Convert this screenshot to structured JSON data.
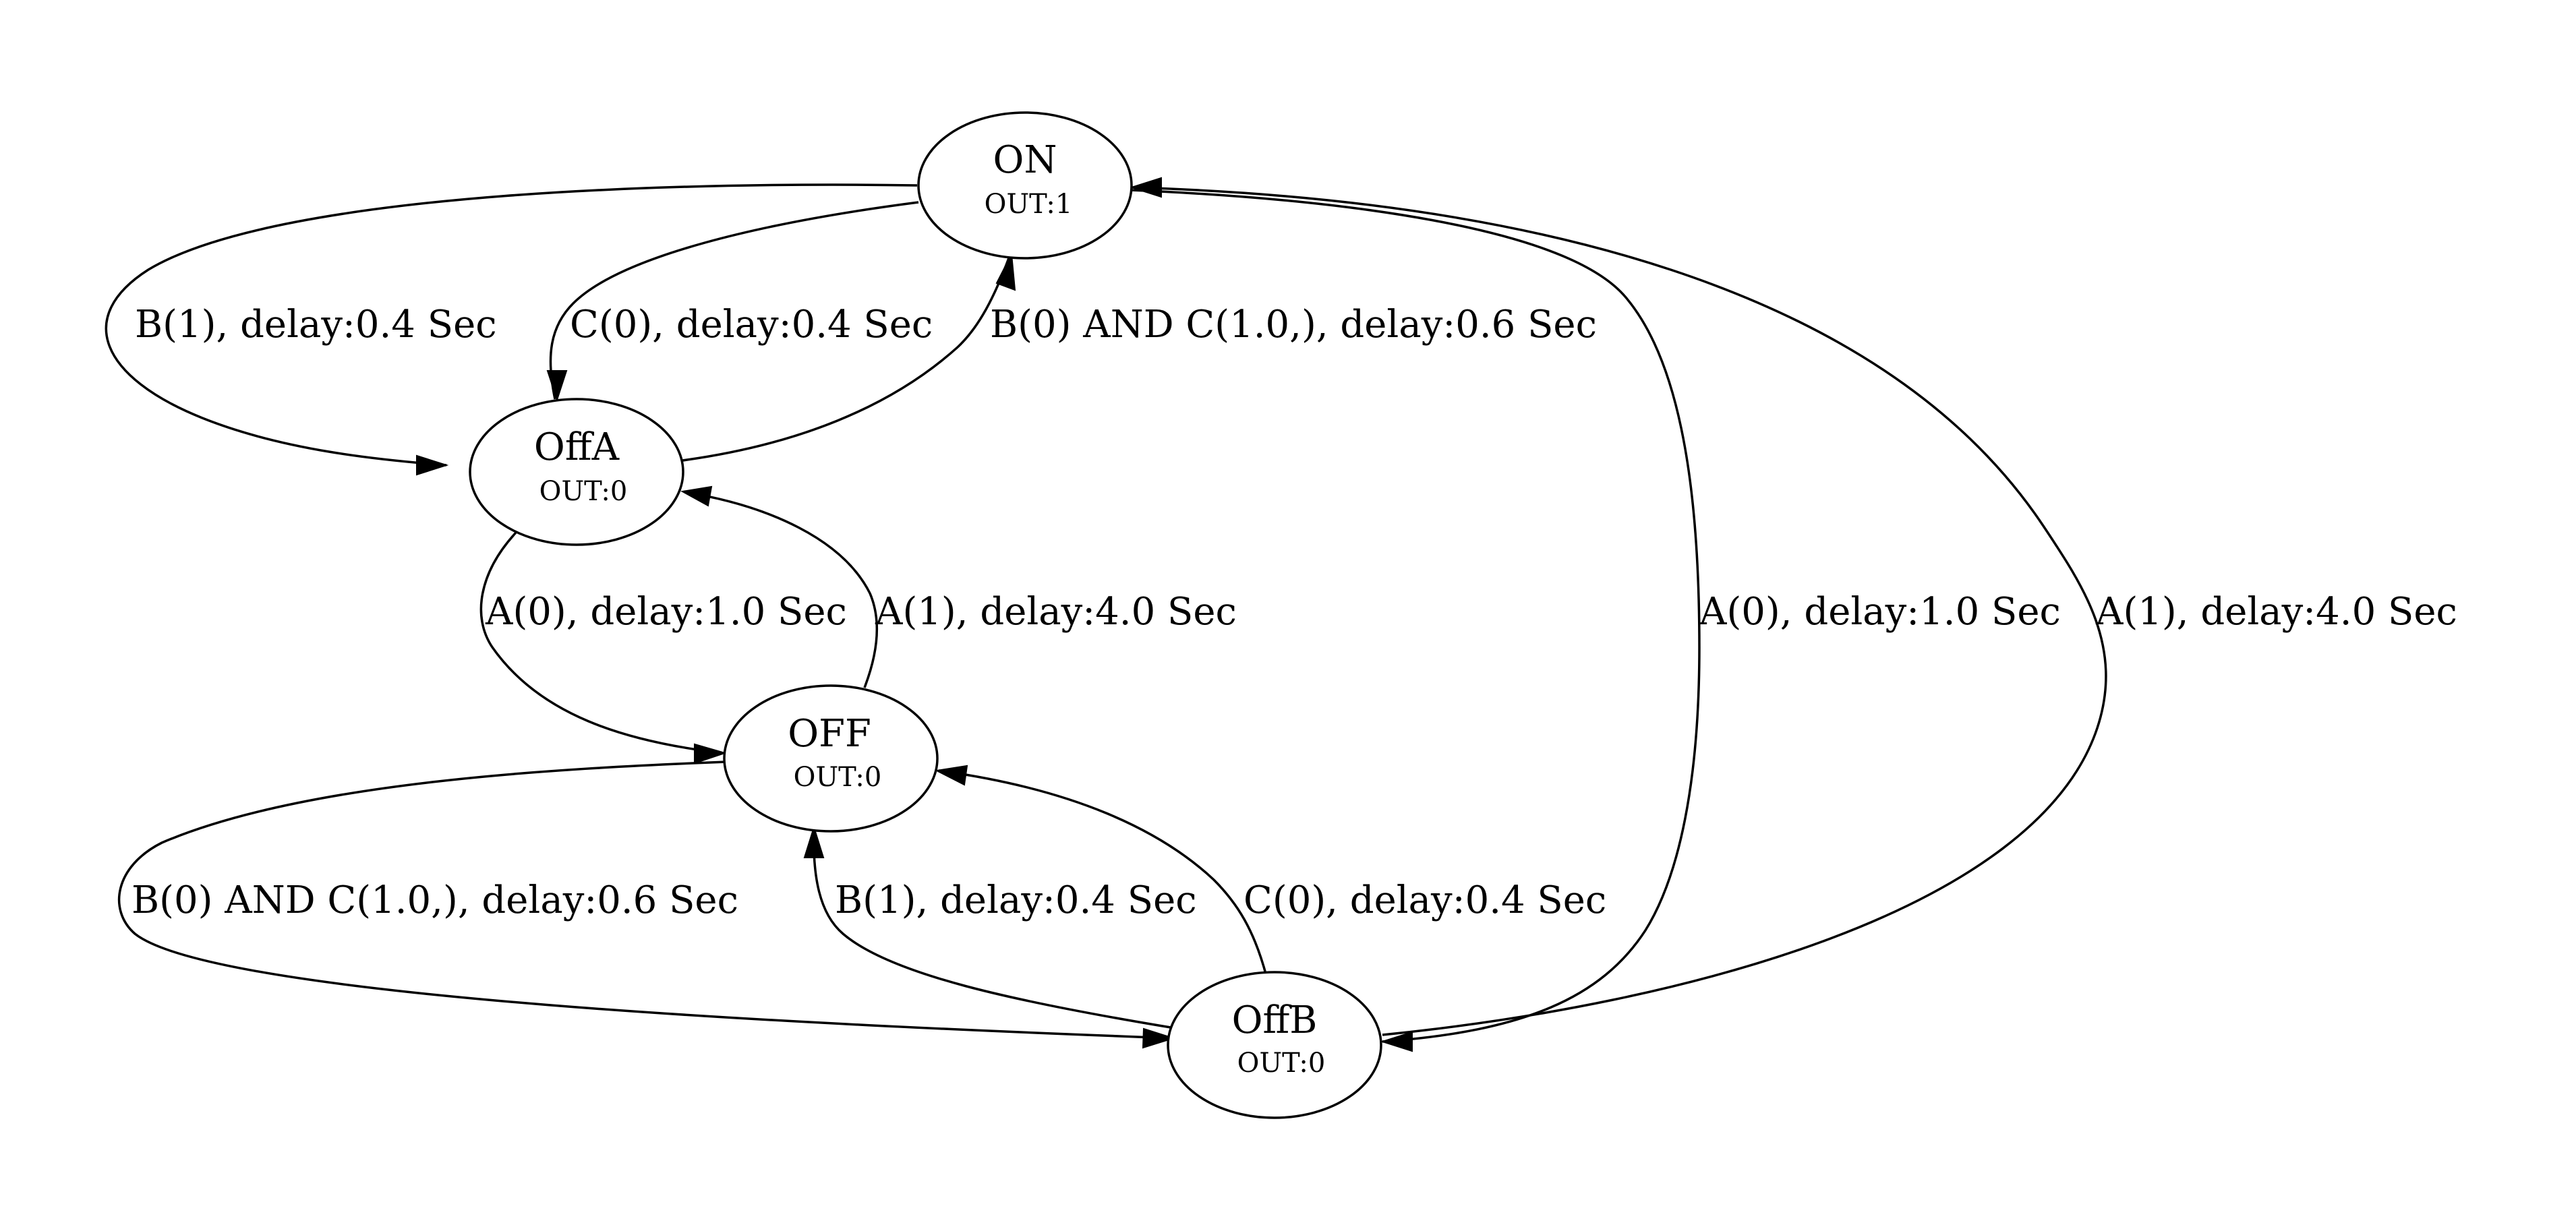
{
  "diagram": {
    "nodes": {
      "on": {
        "name": "ON",
        "output": "OUT:1"
      },
      "offa": {
        "name": "OffA",
        "output": "OUT:0"
      },
      "off": {
        "name": "OFF",
        "output": "OUT:0"
      },
      "offb": {
        "name": "OffB",
        "output": "OUT:0"
      }
    },
    "edges": {
      "on_offa_b1": {
        "from": "ON",
        "to": "OffA",
        "label": "B(1), delay:0.4 Sec"
      },
      "on_offa_c0": {
        "from": "ON",
        "to": "OffA",
        "label": "C(0), delay:0.4 Sec"
      },
      "offa_on_b0c1": {
        "from": "OffA",
        "to": "ON",
        "label": "B(0) AND C(1.0,), delay:0.6 Sec"
      },
      "offa_off_a0": {
        "from": "OffA",
        "to": "OFF",
        "label": "A(0), delay:1.0 Sec"
      },
      "off_offa_a1": {
        "from": "OFF",
        "to": "OffA",
        "label": "A(1), delay:4.0 Sec"
      },
      "on_offb_a0": {
        "from": "ON",
        "to": "OffB",
        "label": "A(0), delay:1.0 Sec"
      },
      "offb_on_a1": {
        "from": "OffB",
        "to": "ON",
        "label": "A(1), delay:4.0 Sec"
      },
      "off_offb_b0c1": {
        "from": "OFF",
        "to": "OffB",
        "label": "B(0) AND C(1.0,), delay:0.6 Sec"
      },
      "offb_off_b1": {
        "from": "OffB",
        "to": "OFF",
        "label": "B(1), delay:0.4 Sec"
      },
      "offb_off_c0": {
        "from": "OffB",
        "to": "OFF",
        "label": "C(0), delay:0.4 Sec"
      }
    }
  }
}
